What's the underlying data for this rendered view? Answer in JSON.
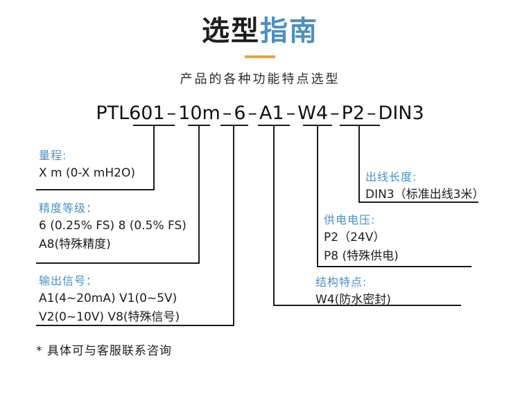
{
  "header": {
    "title_part_dark": "选型",
    "title_part_blue": "指南",
    "subtitle": "产品的各种功能特点选型",
    "accent_dark": "#1d1d1d",
    "accent_blue": "#4f8fbf",
    "accent_orange": "#e8a33d"
  },
  "model_code": {
    "full": "PTL601－10m－6－A1－W4－P2－DIN3",
    "prefix": "PTL601",
    "dash": "–",
    "segments": [
      {
        "label": "10m"
      },
      {
        "label": "6"
      },
      {
        "label": "A1"
      },
      {
        "label": "W4"
      },
      {
        "label": "P2"
      },
      {
        "label": "DIN3"
      }
    ]
  },
  "groups": [
    {
      "key": "range",
      "heading": "量程:",
      "lines": [
        "X  m (0-X mH2O)"
      ]
    },
    {
      "key": "accuracy",
      "heading": "精度等级：",
      "lines": [
        "6 (0.25% FS)   8 (0.5% FS)",
        "A8(特殊精度)"
      ]
    },
    {
      "key": "output-signal",
      "heading": "输出信号：",
      "lines": [
        "A1(4~20mA)   V1(0~5V)",
        "V2(0~10V)      V8(特殊信号)"
      ]
    },
    {
      "key": "cable-length",
      "heading": "出线长度:",
      "lines": [
        "DIN3（标准出线3米）"
      ]
    },
    {
      "key": "supply-voltage",
      "heading": "供电电压:",
      "lines": [
        "P2（24V）",
        "P8 (特殊供电)"
      ]
    },
    {
      "key": "structure",
      "heading": "结构特点:",
      "lines": [
        "W4(防水密封)"
      ]
    }
  ],
  "footnote": "* 具体可与客服联系咨询"
}
